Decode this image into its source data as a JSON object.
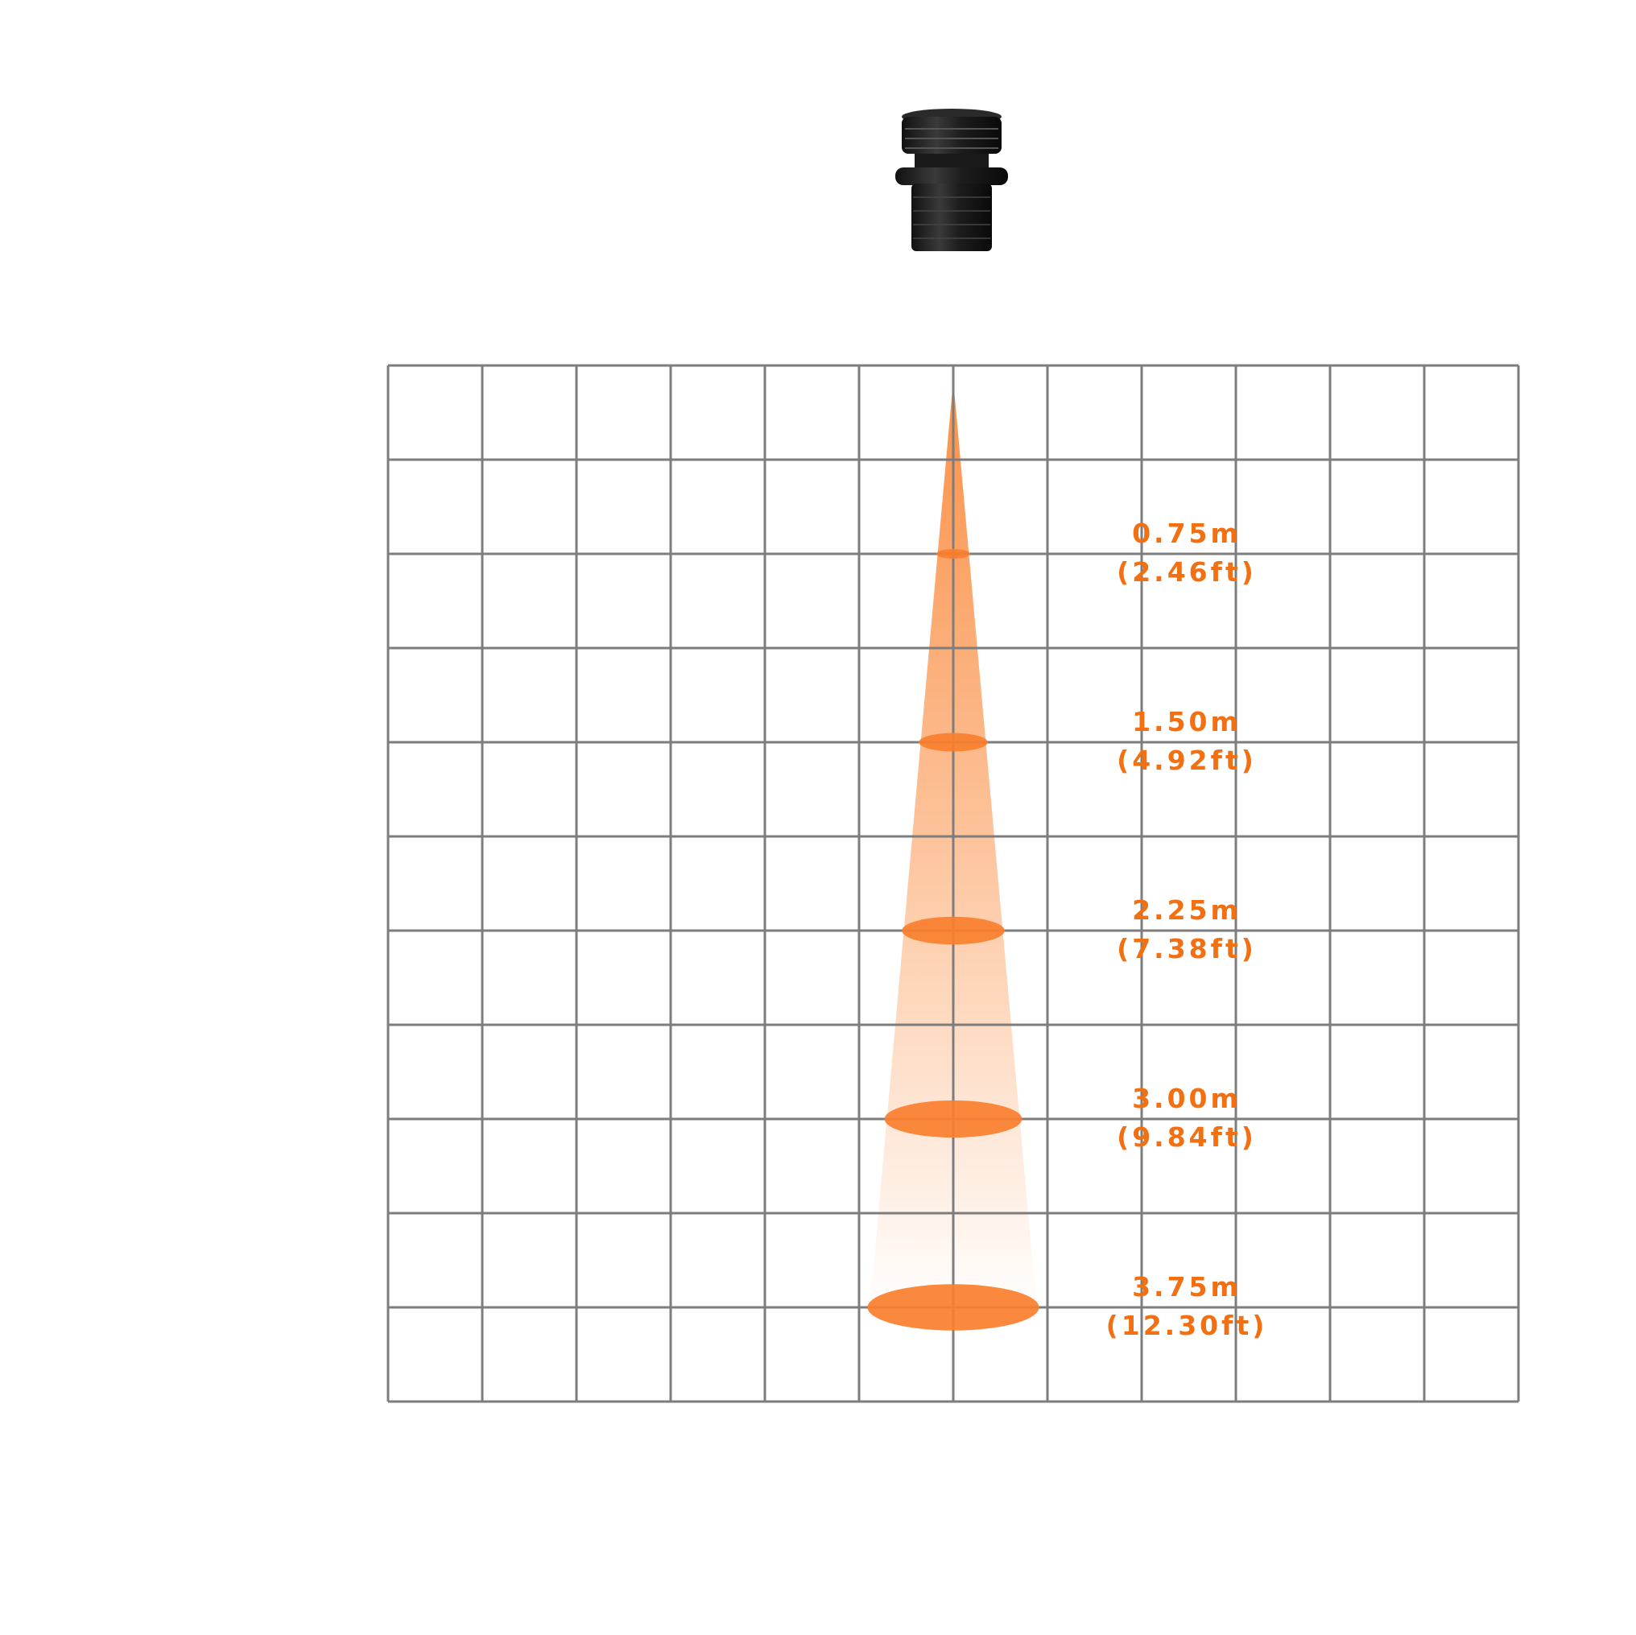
{
  "colors": {
    "grid": "#7d7d7d",
    "beam": "#fb8a3c",
    "ellipse": "#fa7f2e",
    "label": "#f26f12",
    "background": "#ffffff"
  },
  "device": {
    "icon": "lens-mount-icon"
  },
  "grid": {
    "columns": 12,
    "rows": 11,
    "beam_column_line": 6,
    "beam_start_row": 0
  },
  "distances": [
    {
      "meters": "0.75m",
      "feet": "(2.46ft)",
      "row_line": 2,
      "width_cells": 0.36
    },
    {
      "meters": "1.50m",
      "feet": "(4.92ft)",
      "row_line": 4,
      "width_cells": 0.73
    },
    {
      "meters": "2.25m",
      "feet": "(7.38ft)",
      "row_line": 6,
      "width_cells": 1.09
    },
    {
      "meters": "3.00m",
      "feet": "(9.84ft)",
      "row_line": 8,
      "width_cells": 1.46
    },
    {
      "meters": "3.75m",
      "feet": "(12.30ft)",
      "row_line": 10,
      "width_cells": 1.82
    }
  ]
}
